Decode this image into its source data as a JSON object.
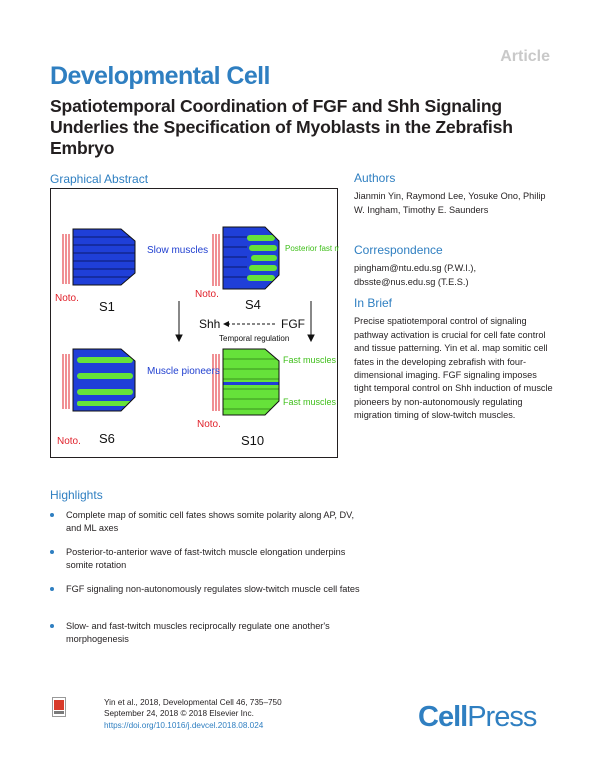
{
  "header": {
    "article_tag": "Article",
    "journal": "Developmental Cell"
  },
  "title": "Spatiotemporal Coordination of FGF and Shh Signaling Underlies the Specification of Myoblasts in the Zebrafish Embryo",
  "graphical_abstract": {
    "label": "Graphical Abstract",
    "stages": [
      "S1",
      "S4",
      "S6",
      "S10"
    ],
    "labels": {
      "noto": "Noto.",
      "slow_muscles": "Slow muscles",
      "posterior_fast": "Posterior fast muscle progenitors",
      "muscle_pioneers": "Muscle pioneers",
      "fast_muscles": "Fast muscles",
      "shh": "Shh",
      "fgf": "FGF",
      "temporal_regulation": "Temporal regulation"
    },
    "colors": {
      "slow": "#1f3fd8",
      "fast": "#66e23a",
      "noto": "#e0202a",
      "text_green": "#3fbf1a",
      "text_blue": "#2140d0"
    }
  },
  "authors": {
    "label": "Authors",
    "text": "Jianmin Yin, Raymond Lee, Yosuke Ono, Philip W. Ingham, Timothy E. Saunders"
  },
  "correspondence": {
    "label": "Correspondence",
    "lines": [
      "pingham@ntu.edu.sg (P.W.I.),",
      "dbsste@nus.edu.sg (T.E.S.)"
    ]
  },
  "in_brief": {
    "label": "In Brief",
    "text": "Precise spatiotemporal control of signaling pathway activation is crucial for cell fate control and tissue patterning. Yin et al. map somitic cell fates in the developing zebrafish with four-dimensional imaging. FGF signaling imposes tight temporal control on Shh induction of muscle pioneers by non-autonomously regulating migration timing of slow-twitch muscles."
  },
  "highlights": {
    "label": "Highlights",
    "items": [
      "Complete map of somitic cell fates shows somite polarity along AP, DV, and ML axes",
      "Posterior-to-anterior wave of fast-twitch muscle elongation underpins somite rotation",
      "FGF signaling non-autonomously regulates slow-twitch muscle cell fates",
      "Slow- and fast-twitch muscles reciprocally regulate one another's morphogenesis"
    ]
  },
  "footer": {
    "citation": "Yin et al., 2018, Developmental Cell 46, 735–750",
    "date": "September 24, 2018 © 2018 Elsevier Inc.",
    "doi": "https://doi.org/10.1016/j.devcel.2018.08.024",
    "publisher_a": "Cell",
    "publisher_b": "Press"
  }
}
